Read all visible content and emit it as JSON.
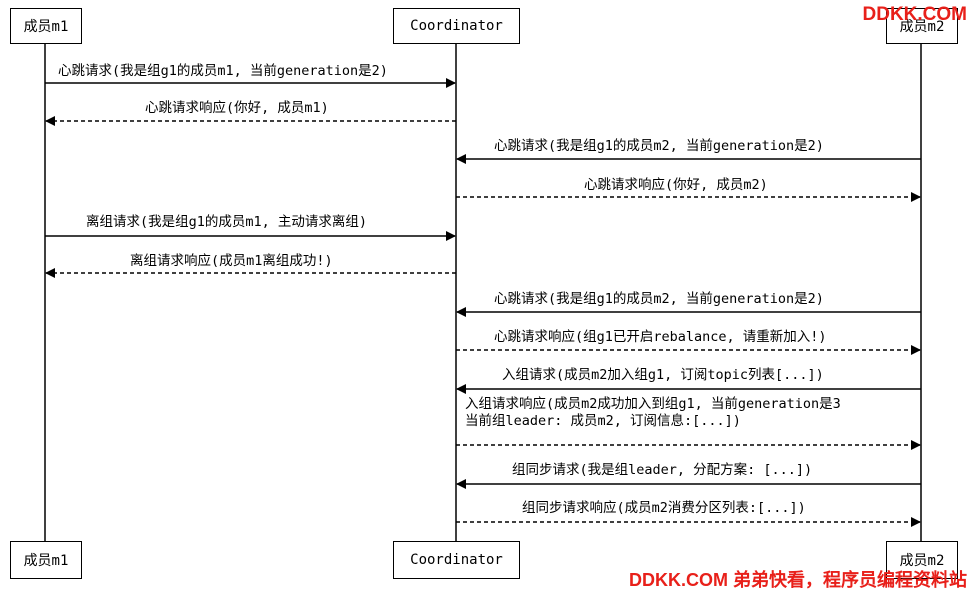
{
  "participants": {
    "m1": "成员m1",
    "coordinator": "Coordinator",
    "m2": "成员m2"
  },
  "messages": [
    {
      "from": "m1",
      "to": "coordinator",
      "style": "solid",
      "text": "心跳请求(我是组g1的成员m1, 当前generation是2)"
    },
    {
      "from": "coordinator",
      "to": "m1",
      "style": "dashed",
      "text": "心跳请求响应(你好, 成员m1)"
    },
    {
      "from": "m2",
      "to": "coordinator",
      "style": "solid",
      "text": "心跳请求(我是组g1的成员m2, 当前generation是2)"
    },
    {
      "from": "coordinator",
      "to": "m2",
      "style": "dashed",
      "text": "心跳请求响应(你好, 成员m2)"
    },
    {
      "from": "m1",
      "to": "coordinator",
      "style": "solid",
      "text": "离组请求(我是组g1的成员m1, 主动请求离组)"
    },
    {
      "from": "coordinator",
      "to": "m1",
      "style": "dashed",
      "text": "离组请求响应(成员m1离组成功!)"
    },
    {
      "from": "m2",
      "to": "coordinator",
      "style": "solid",
      "text": "心跳请求(我是组g1的成员m2, 当前generation是2)"
    },
    {
      "from": "coordinator",
      "to": "m2",
      "style": "dashed",
      "text": "心跳请求响应(组g1已开启rebalance, 请重新加入!)"
    },
    {
      "from": "m2",
      "to": "coordinator",
      "style": "solid",
      "text": "入组请求(成员m2加入组g1, 订阅topic列表[...])"
    },
    {
      "from": "coordinator",
      "to": "m2",
      "style": "dashed",
      "text": "入组请求响应(成员m2成功加入到组g1, 当前generation是3\n当前组leader: 成员m2, 订阅信息:[...])"
    },
    {
      "from": "m2",
      "to": "coordinator",
      "style": "solid",
      "text": "组同步请求(我是组leader, 分配方案: [...])"
    },
    {
      "from": "coordinator",
      "to": "m2",
      "style": "dashed",
      "text": "组同步请求响应(成员m2消费分区列表:[...])"
    }
  ],
  "watermark": {
    "top": "DDKK.COM",
    "bottom": "DDKK.COM 弟弟快看，程序员编程资料站"
  }
}
